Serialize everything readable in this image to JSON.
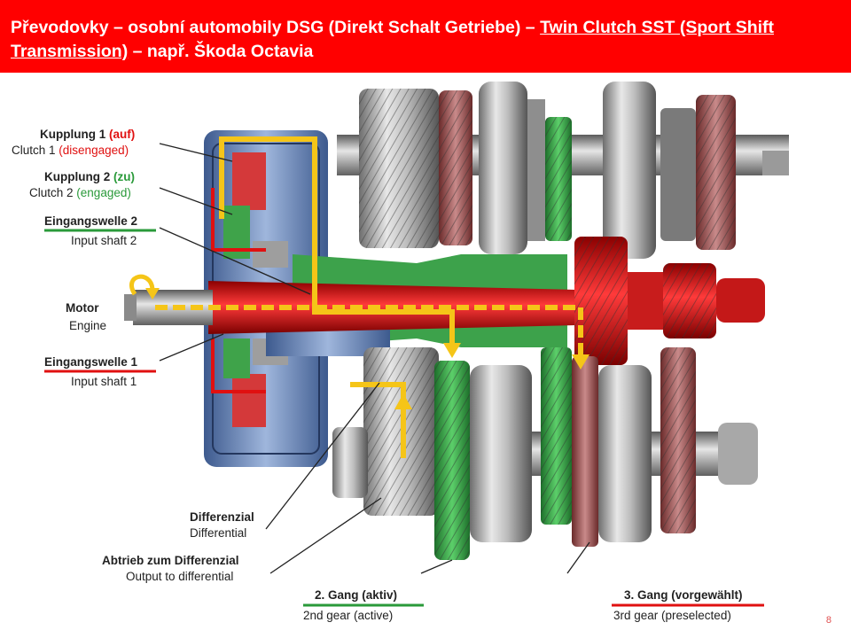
{
  "header": {
    "title_part1": "Převodovky – osobní automobily  DSG (Direkt Schalt Getriebe) – ",
    "title_link": "Twin Clutch SST (Sport Shift Transmission)",
    "title_part2": " – např. Škoda Octavia"
  },
  "labels": {
    "kupplung1_de": "Kupplung 1",
    "kupplung1_state_de": "(auf)",
    "clutch1_en": "Clutch 1",
    "clutch1_state_en": "(disengaged)",
    "kupplung2_de": "Kupplung 2",
    "kupplung2_state_de": "(zu)",
    "clutch2_en": "Clutch 2",
    "clutch2_state_en": "(engaged)",
    "eingangswelle2_de": "Eingangswelle 2",
    "input_shaft2_en": "Input shaft 2",
    "motor_de": "Motor",
    "engine_en": "Engine",
    "eingangswelle1_de": "Eingangswelle 1",
    "input_shaft1_en": "Input shaft 1",
    "differenzial_de": "Differenzial",
    "differential_en": "Differential",
    "abtrieb_de": "Abtrieb zum Differenzial",
    "output_en": "Output to differential",
    "gang2_de": "2. Gang (aktiv)",
    "gear2_en": "2nd gear (active)",
    "gang3_de": "3. Gang (vorgewählt)",
    "gear3_en": "3rd gear (preselected)"
  },
  "page_number": "8",
  "colors": {
    "banner": "#ff0000",
    "clutch1_red": "#e01010",
    "clutch2_green": "#2a9a3a",
    "power_flow_yellow": "#f5c518",
    "housing_blue": "#6a86b8"
  }
}
